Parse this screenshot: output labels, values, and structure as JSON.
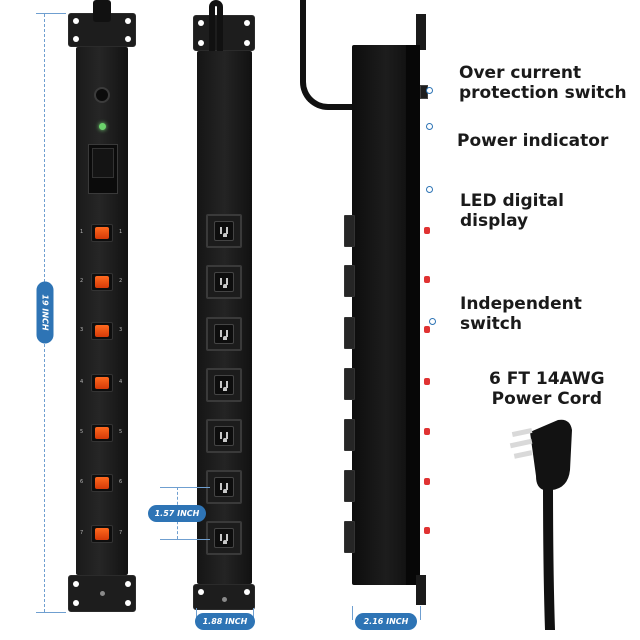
{
  "dimensions": {
    "length": "19 INCH",
    "outlet_spacing": "1.57 INCH",
    "width_front": "1.88 INCH",
    "width_side": "2.16 INCH"
  },
  "switch_numbers": [
    "1",
    "2",
    "3",
    "4",
    "5",
    "6",
    "7"
  ],
  "callouts": {
    "over_current": "Over current protection switch",
    "over_current_line1": "Over current",
    "over_current_line2": "protection switch",
    "power_indicator": "Power indicator",
    "led_display_line1": "LED digital",
    "led_display_line2": "display",
    "independent_line1": "Independent",
    "independent_line2": "switch",
    "cord_line1": "6 FT 14AWG",
    "cord_line2": "Power Cord"
  },
  "colors": {
    "accent": "#2e74b5",
    "strip_body": "#1a1a1a",
    "rocker_switch": "#f0561a",
    "led_indicator": "#e03232",
    "background": "#ffffff"
  },
  "icons": [
    "power-strip-front",
    "power-strip-outlets",
    "power-strip-side",
    "power-plug"
  ]
}
